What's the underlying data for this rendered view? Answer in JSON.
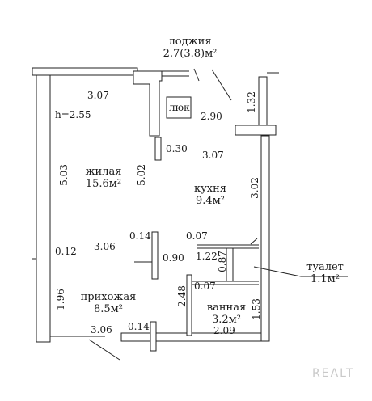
{
  "rooms": {
    "loggia": {
      "name": "лоджия",
      "area": "2.7(3.8)м²"
    },
    "living": {
      "name": "жилая",
      "area": "15.6м²"
    },
    "kitchen": {
      "name": "кухня",
      "area": "9.4м²"
    },
    "hall": {
      "name": "прихожая",
      "area": "8.5м²"
    },
    "bath": {
      "name": "ванная",
      "area": "3.2м²"
    },
    "toilet": {
      "name": "туалет",
      "area": "1.1м²"
    }
  },
  "hatch": "люк",
  "ceiling_height": "h=2.55",
  "dimensions": {
    "top_living": "3.07",
    "hatch_width": "2.90",
    "loggia_depth": "1.32",
    "niche": "0.30",
    "kitchen_top": "3.07",
    "left_living": "5.03",
    "living_right": "5.02",
    "kitchen_right": "3.02",
    "pillar_left": "0.14",
    "pillar_right": "0.07",
    "left_small": "0.12",
    "hall_width": "3.06",
    "door": "0.90",
    "toilet_width": "1.22",
    "toilet_depth": "0.87",
    "bath_partition": "0.07",
    "left_hall": "1.96",
    "bath_left": "2.48",
    "bath_right": "1.53",
    "bottom_hall": "3.06",
    "bottom_pillar": "0.14",
    "bath_width": "2.09"
  },
  "watermark": "REALT"
}
